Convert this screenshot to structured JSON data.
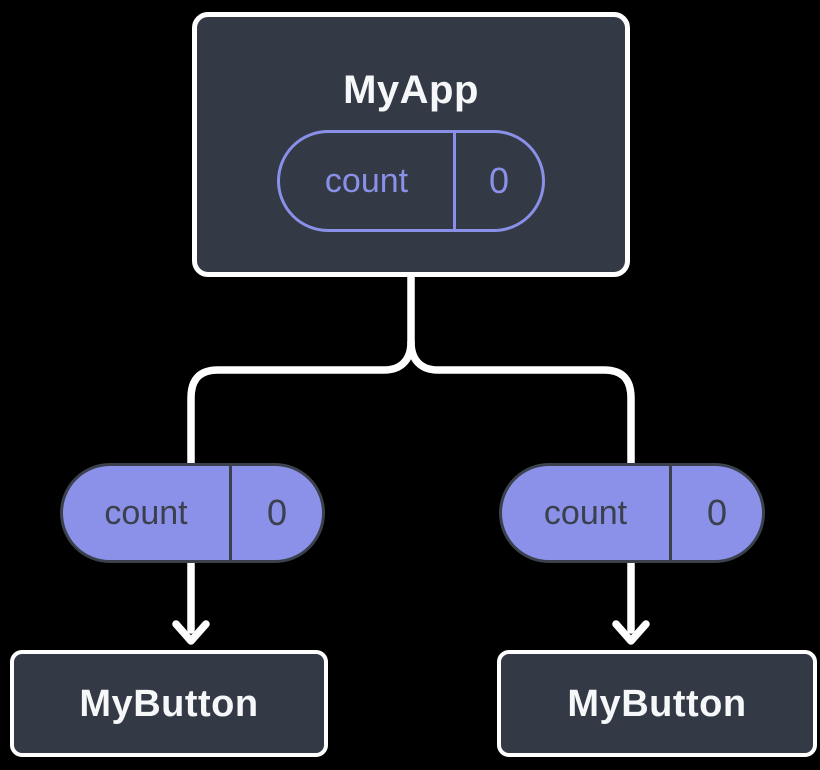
{
  "diagram": {
    "description": "Component tree showing state passed down as props",
    "colors": {
      "background": "#000000",
      "card_fill": "#333a46",
      "card_border": "#ffffff",
      "accent_purple": "#8b91e9",
      "pill_dark": "#3a404c",
      "text_light": "#f6f7f9",
      "connector": "#ffffff"
    },
    "root": {
      "title": "MyApp",
      "state": {
        "name": "count",
        "value": "0"
      }
    },
    "children": [
      {
        "title": "MyButton",
        "prop": {
          "name": "count",
          "value": "0"
        }
      },
      {
        "title": "MyButton",
        "prop": {
          "name": "count",
          "value": "0"
        }
      }
    ]
  }
}
